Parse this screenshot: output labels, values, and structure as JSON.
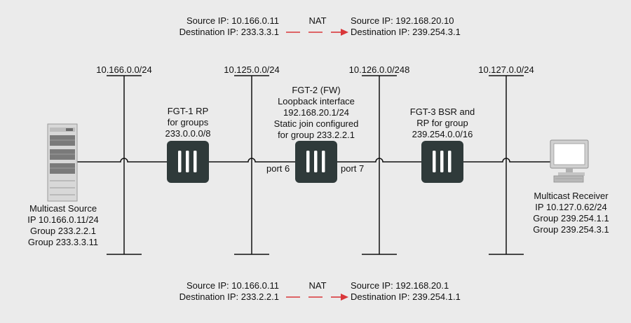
{
  "colors": {
    "background": "#ebebeb",
    "line": "#111111",
    "device": "#2f3a3a",
    "nat_arrow": "#d9373a"
  },
  "nat_top": {
    "source_lines": [
      "Source IP: 10.166.0.11",
      "Destination IP: 233.3.3.1"
    ],
    "label": "NAT",
    "dest_lines": [
      "Source IP: 192.168.20.10",
      "Destination IP: 239.254.3.1"
    ]
  },
  "nat_bottom": {
    "source_lines": [
      "Source IP: 10.166.0.11",
      "Destination IP: 233.2.2.1"
    ],
    "label": "NAT",
    "dest_lines": [
      "Source IP: 192.168.20.1",
      "Destination IP: 239.254.1.1"
    ]
  },
  "subnets": [
    "10.166.0.0/24",
    "10.125.0.0/24",
    "10.126.0.0/248",
    "10.127.0.0/24"
  ],
  "fgt1": {
    "lines": [
      "FGT-1 RP",
      "for groups",
      "233.0.0.0/8"
    ],
    "icon": "firewall-icon"
  },
  "fgt2": {
    "lines": [
      "FGT-2 (FW)",
      "Loopback interface",
      "192.168.20.1/24",
      "Static join configured",
      "for group 233.2.2.1"
    ],
    "port_left": "port 6",
    "port_right": "port 7",
    "icon": "firewall-icon"
  },
  "fgt3": {
    "lines": [
      "FGT-3 BSR and",
      "RP for group",
      "239.254.0.0/16"
    ],
    "icon": "firewall-icon"
  },
  "source": {
    "icon": "server-icon",
    "lines": [
      "Multicast Source",
      "IP 10.166.0.11/24",
      "Group 233.2.2.1",
      "Group 233.3.3.11"
    ]
  },
  "receiver": {
    "icon": "workstation-icon",
    "lines": [
      "Multicast Receiver",
      "IP 10.127.0.62/24",
      "Group 239.254.1.1",
      "Group 239.254.3.1"
    ]
  }
}
